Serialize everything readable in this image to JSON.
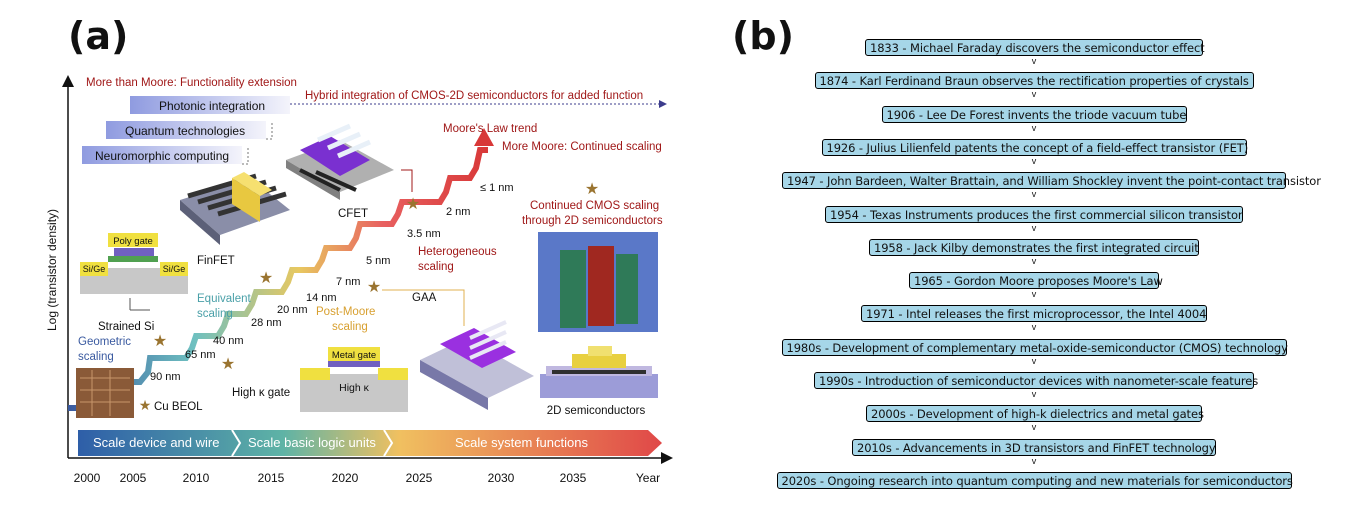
{
  "panel_a": {
    "label": "(a)",
    "y_axis_label": "Log (transistor density)",
    "x_axis_end_label": "Year",
    "years": [
      "2000",
      "2005",
      "2010",
      "2015",
      "2020",
      "2025",
      "2030",
      "2035"
    ],
    "more_than_moore_title": "More than Moore: Functionality extension",
    "hybrid_integration": "Hybrid integration of CMOS-2D semiconductors for added function",
    "function_blocks": [
      "Photonic integration",
      "Quantum technologies",
      "Neuromorphic computing"
    ],
    "moores_law_trend": "Moore's Law trend",
    "more_moore": "More Moore: Continued scaling",
    "continued_cmos": [
      "Continued CMOS scaling",
      "through 2D semiconductors"
    ],
    "nodes": [
      "90 nm",
      "65 nm",
      "40 nm",
      "28 nm",
      "20 nm",
      "14 nm",
      "7 nm",
      "5 nm",
      "3.5 nm",
      "2 nm",
      "≤ 1 nm"
    ],
    "geometric_scaling": [
      "Geometric",
      "scaling"
    ],
    "equivalent_scaling": [
      "Equivalent",
      "scaling"
    ],
    "post_moore": [
      "Post-Moore",
      "scaling"
    ],
    "heterogeneous": [
      "Heterogeneous",
      "scaling"
    ],
    "device_labels": {
      "strained_si": "Strained Si",
      "cu_beol": "Cu BEOL",
      "high_k_gate": "High κ gate",
      "finfet": "FinFET",
      "cfet": "CFET",
      "gaa": "GAA",
      "two_d": "2D semiconductors",
      "poly_gate": "Poly gate",
      "si_ge": "Si/Ge",
      "metal_gate": "Metal gate",
      "high_k": "High κ"
    },
    "eras": [
      "Scale device and wire",
      "Scale basic logic units",
      "Scale system functions"
    ]
  },
  "panel_b": {
    "label": "(b)",
    "arrow_glyph": "v",
    "events": [
      "1833 - Michael Faraday discovers the semiconductor effect",
      "1874 - Karl Ferdinand Braun observes the rectification properties of crystals",
      "1906 - Lee De Forest invents the triode vacuum tube",
      "1926 - Julius Lilienfeld patents the concept of a field-effect transistor (FET)",
      "1947 - John Bardeen, Walter Brattain, and William Shockley invent the point-contact transistor",
      "1954 - Texas Instruments produces the first commercial silicon transistor",
      "1958 - Jack Kilby demonstrates the first integrated circuit",
      "1965 - Gordon Moore proposes Moore's Law",
      "1971 - Intel releases the first microprocessor, the Intel 4004",
      "1980s - Development of complementary metal-oxide-semiconductor (CMOS) technology",
      "1990s - Introduction of semiconductor devices with nanometer-scale features",
      "2000s - Development of high-k dielectrics and metal gates",
      "2010s - Advancements in 3D transistors and FinFET technology",
      "2020s - Ongoing research into quantum computing and new materials for semiconductors"
    ]
  }
}
